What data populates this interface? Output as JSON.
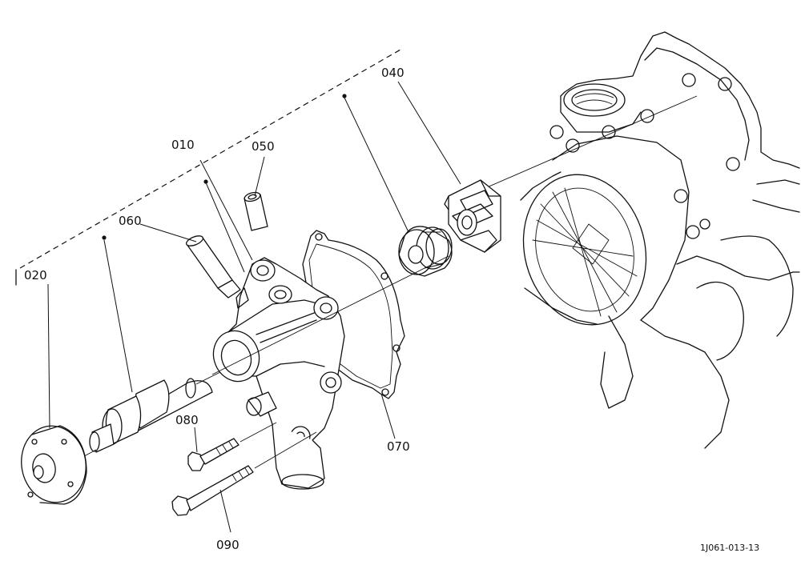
{
  "labels": {
    "p010": "010",
    "p020": "020",
    "p040": "040",
    "p050": "050",
    "p060": "060",
    "p070": "070",
    "p080": "080",
    "p090": "090"
  },
  "drawing_code": "1J061-013-13"
}
